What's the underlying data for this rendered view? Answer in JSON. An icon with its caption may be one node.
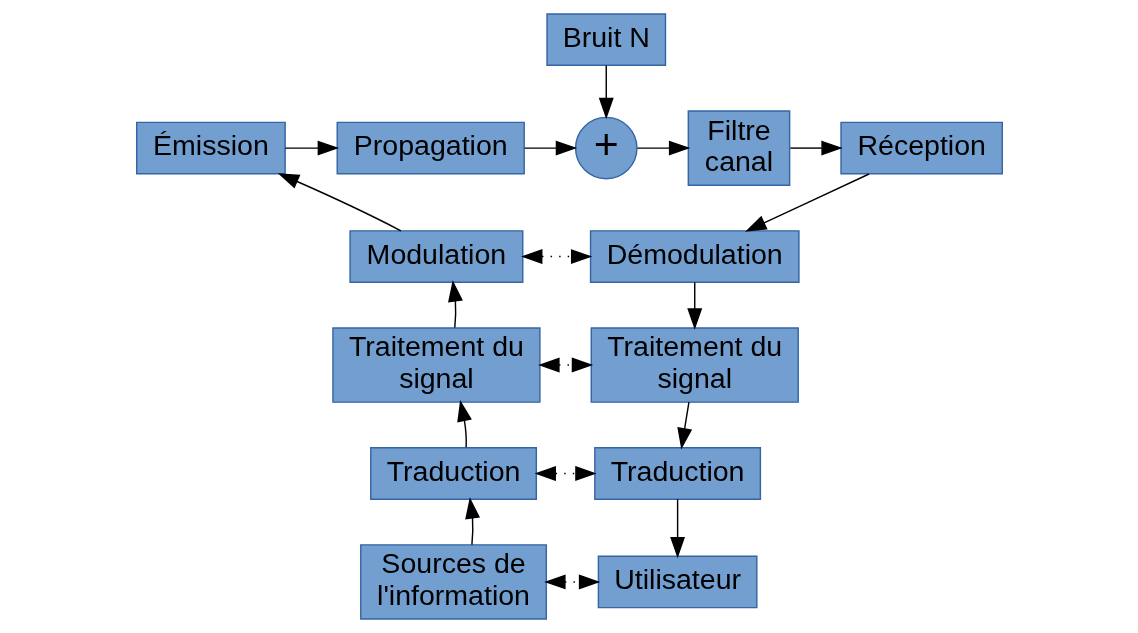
{
  "diagram": {
    "nodes": [
      {
        "text": [
          "Bruit N"
        ]
      },
      {
        "text": [
          "Émission"
        ]
      },
      {
        "text": [
          "Propagation"
        ]
      },
      {
        "text": [
          "+"
        ]
      },
      {
        "text": [
          "Filtre canal"
        ]
      },
      {
        "text": [
          "Réception"
        ]
      },
      {
        "text": [
          "Modulation"
        ]
      },
      {
        "text": [
          "Démodulation"
        ]
      },
      {
        "text": [
          "Traitement du signal"
        ]
      },
      {
        "text": [
          "Traitement du signal"
        ]
      },
      {
        "text": [
          "Traduction"
        ]
      },
      {
        "text": [
          "Traduction"
        ]
      },
      {
        "text": [
          "Sources de l'information"
        ]
      },
      {
        "text": [
          "Utilisateur"
        ]
      }
    ],
    "edges": [
      {
        "from": 0,
        "to": 3,
        "arrow": "to"
      },
      {
        "from": 1,
        "to": 2,
        "arrow": "to"
      },
      {
        "from": 2,
        "to": 3,
        "arrow": "to"
      },
      {
        "from": 3,
        "to": 4,
        "arrow": "to"
      },
      {
        "from": 4,
        "to": 5,
        "arrow": "to"
      },
      {
        "from": 5,
        "to": 7,
        "arrow": "to"
      },
      {
        "from": 7,
        "to": 9,
        "arrow": "to"
      },
      {
        "from": 9,
        "to": 11,
        "arrow": "to"
      },
      {
        "from": 11,
        "to": 13,
        "arrow": "to"
      },
      {
        "from": 12,
        "to": 10,
        "arrow": "to"
      },
      {
        "from": 10,
        "to": 8,
        "arrow": "to"
      },
      {
        "from": 8,
        "to": 6,
        "arrow": "to"
      },
      {
        "from": 6,
        "to": 1,
        "arrow": "to"
      },
      {
        "from": 6,
        "to": 7,
        "arrow": "both",
        "style": "dashed"
      },
      {
        "from": 8,
        "to": 9,
        "arrow": "both",
        "style": "dashed"
      },
      {
        "from": 10,
        "to": 11,
        "arrow": "both",
        "style": "dashed"
      },
      {
        "from": 12,
        "to": 13,
        "arrow": "both",
        "style": "dashed"
      }
    ]
  }
}
